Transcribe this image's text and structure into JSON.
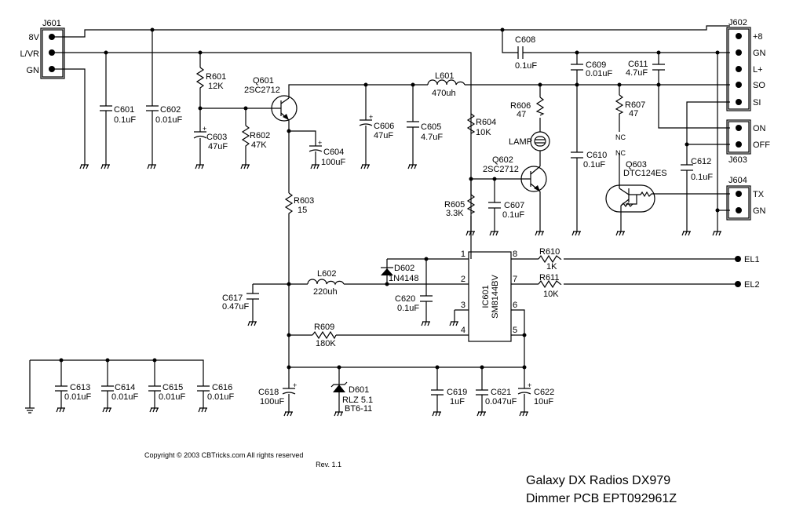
{
  "title": {
    "line1": "Galaxy DX Radios  DX979",
    "line2": "Dimmer PCB EPT092961Z"
  },
  "copyright": "Copyright © 2003 CBTricks.com  All rights reserved",
  "revision": "Rev. 1.1",
  "connectors": {
    "j601": {
      "ref": "J601",
      "pins": [
        "8V",
        "L/VR",
        "GN"
      ]
    },
    "j602": {
      "ref": "J602",
      "pins": [
        "+8",
        "GN",
        "L+",
        "SO",
        "SI"
      ]
    },
    "j603": {
      "ref": "J603",
      "pins": [
        "ON",
        "OFF"
      ]
    },
    "j604": {
      "ref": "J604",
      "pins": [
        "TX",
        "GN"
      ]
    },
    "el": [
      "EL1",
      "EL2"
    ]
  },
  "components": {
    "c601": {
      "ref": "C601",
      "value": "0.1uF"
    },
    "c602": {
      "ref": "C602",
      "value": "0.01uF"
    },
    "c603": {
      "ref": "C603",
      "value": "47uF"
    },
    "c604": {
      "ref": "C604",
      "value": "100uF"
    },
    "c605": {
      "ref": "C605",
      "value": "4.7uF"
    },
    "c606": {
      "ref": "C606",
      "value": "47uF"
    },
    "c607": {
      "ref": "C607",
      "value": "0.1uF"
    },
    "c608": {
      "ref": "C608",
      "value": "0.1uF"
    },
    "c609": {
      "ref": "C609",
      "value": "0.01uF"
    },
    "c610": {
      "ref": "C610",
      "value": "0.1uF"
    },
    "c611": {
      "ref": "C611",
      "value": "4.7uF"
    },
    "c612": {
      "ref": "C612",
      "value": "0.1uF"
    },
    "c613": {
      "ref": "C613",
      "value": "0.01uF"
    },
    "c614": {
      "ref": "C614",
      "value": "0.01uF"
    },
    "c615": {
      "ref": "C615",
      "value": "0.01uF"
    },
    "c616": {
      "ref": "C616",
      "value": "0.01uF"
    },
    "c617": {
      "ref": "C617",
      "value": "0.47uF"
    },
    "c618": {
      "ref": "C618",
      "value": "100uF"
    },
    "c619": {
      "ref": "C619",
      "value": "1uF"
    },
    "c620": {
      "ref": "C620",
      "value": "0.1uF"
    },
    "c621": {
      "ref": "C621",
      "value": "0.047uF"
    },
    "c622": {
      "ref": "C622",
      "value": "10uF"
    },
    "r601": {
      "ref": "R601",
      "value": "12K"
    },
    "r602": {
      "ref": "R602",
      "value": "47K"
    },
    "r603": {
      "ref": "R603",
      "value": "15"
    },
    "r604": {
      "ref": "R604",
      "value": "10K"
    },
    "r605": {
      "ref": "R605",
      "value": "3.3K"
    },
    "r606": {
      "ref": "R606",
      "value": "47"
    },
    "r607": {
      "ref": "R607",
      "value": "47"
    },
    "r609": {
      "ref": "R609",
      "value": "180K"
    },
    "r610": {
      "ref": "R610",
      "value": "1K"
    },
    "r611": {
      "ref": "R611",
      "value": "10K"
    },
    "l601": {
      "ref": "L601",
      "value": "470uh"
    },
    "l602": {
      "ref": "L602",
      "value": "220uh"
    },
    "q601": {
      "ref": "Q601",
      "value": "2SC2712"
    },
    "q602": {
      "ref": "Q602",
      "value": "2SC2712"
    },
    "q603": {
      "ref": "Q603",
      "value": "DTC124ES"
    },
    "d601": {
      "ref": "D601",
      "value": "RLZ  5.1",
      "value2": "BT6-11"
    },
    "d602": {
      "ref": "D602",
      "value": "1N4148"
    },
    "ic601": {
      "ref": "IC601",
      "value": "SM8144BV",
      "pins": [
        "1",
        "2",
        "3",
        "4",
        "5",
        "6",
        "7",
        "8"
      ]
    },
    "lamp": {
      "label": "LAMP"
    },
    "nc": "NC"
  }
}
